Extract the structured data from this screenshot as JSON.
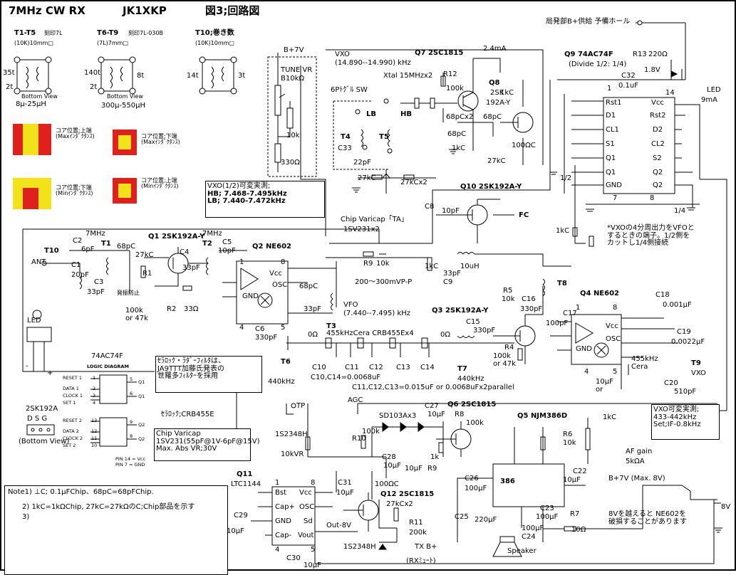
{
  "title": {
    "circuit": "7MHz CW RX",
    "callsign": "JK1XKP",
    "figure": "図3;回路図"
  },
  "colors": {
    "core_red": "#e0201c",
    "core_yellow": "#f2e21a",
    "wire": "#000000"
  },
  "coils": {
    "t1_t5": {
      "name": "T1-T5",
      "part": "刻印7L",
      "spec": "(10K)10mm□",
      "range": "8μ-25μH"
    },
    "t6_t9": {
      "name": "T6-T9",
      "part": "刻印7L-030B",
      "spec": "(7L)7mm□",
      "range": "300μ-550μH"
    },
    "t10": {
      "name": "T10;巻き数",
      "spec": "(10K)10mm□"
    },
    "turns": {
      "t1_35t": "35t",
      "t1_2t": "2t",
      "t6_140t": "140t",
      "t6_2t": "2t",
      "t6_8t": "8t",
      "t10_14t": "14t",
      "t10_3t": "3t"
    },
    "bottom_view": "Bottom View",
    "core_upper_max": "コア位置;上端\n(Maxｲﾝﾀﾞｸﾀﾝｽ)",
    "core_lower_max": "コア位置;下端\n(Maxｲﾝﾀﾞｸﾀﾝｽ)",
    "core_lower_min": "コア位置;下端\n(Minｲﾝﾀﾞｸﾀﾝｽ)",
    "core_upper_min": "コア位置;上端\n(Minｲﾝﾀﾞｸﾀﾝｽ)"
  },
  "labels": {
    "b7v": "B+7V",
    "tune_vr": "TUNE VR",
    "b10k": "B10kΩ",
    "r10k": "10k",
    "r330": "330Ω",
    "vxo_title": "VXO",
    "vxo_range": "(14.890--14.990) kHz",
    "xtal": "Xtal 15MHzx2",
    "toggle": "6Pﾄｸﾞﾙ SW",
    "lb": "LB",
    "hb": "HB",
    "t4": "T4",
    "t5": "T5",
    "c33": "C33",
    "c22p": "22pF",
    "vxo_half": "VXO(1/2)可変実測;",
    "hb_range": "HB; 7.468-7.495kHz",
    "lb_range": "LB; 7.440-7.472kHz",
    "c27k": "27kC",
    "c27kx2": "27kCx2",
    "varicap": "Chip Varicap「TA」",
    "varicap2": "1SV231x2",
    "q7": "Q7  2SC1815",
    "q7_ma": "2.4mA",
    "r12": "R12",
    "r12v": "100k",
    "q8": "Q8",
    "q8p": "2SK",
    "q8p2": "192A-Y",
    "c68x2": "68pCx2",
    "c68": "68pC",
    "c68b": "68pC",
    "c1k": "1kC",
    "c1k2": "1kC",
    "c27k2": "27kC",
    "c100": "100ΩC",
    "q9": "Q9  74AC74F",
    "q9d": "(Divide 1/2: 1/4)",
    "r13": "R13",
    "r13v": "220Ω",
    "v18": "1.8V",
    "c32": "C32",
    "c32v": "0.1uF",
    "led": "LED",
    "ma9": "9mA",
    "bplus_top": "局発部B+供給  予備ホール",
    "q10": "Q10  2SK192A-Y",
    "c8": "C8",
    "c10p": "10pF",
    "fc": "FC",
    "note_vxo": "*VXOの4分周出力をVFOと\nするときの端子。1/2側を\nカットし1/4側接続",
    "half": "1/2",
    "quarter": "1/4",
    "mhz7": "7MHz",
    "mhz7b": "7MHz",
    "c2": "C2",
    "c6p": "6pF",
    "t10l": "T10",
    "t1": "T1",
    "c68p": "68pC",
    "c1": "C1",
    "ant": "ANT",
    "c20p": "20pF",
    "c3": "C3",
    "c33p": "33pF",
    "osc_prev": "発振防止",
    "r1": "R1",
    "r27k": "27kC",
    "c4": "C4",
    "q1": "Q1  2SK192A-Y",
    "t2": "T2",
    "c5": "C5",
    "c5v": "10pF",
    "q2": "Q2  NE602",
    "c33p2": "33pF",
    "r2": "R2",
    "r33": "33Ω",
    "r1v": "100k\nor 47k",
    "r9": "R9",
    "r10k2": "10k",
    "r10uh": "10uH",
    "r1kc": "1kC",
    "c9": "C9",
    "c33p3": "33pF",
    "vp": "200〜300mVP-P",
    "c68p2": "68pC",
    "c33p4": "33pF",
    "vfo": "VFO",
    "vfo_range": "(7.440--7.495) kHz",
    "c6": "C6",
    "c330": "330pF",
    "t3": "T3",
    "cera": "455kHzCera CRB455Ex4",
    "zero1": "0Ω",
    "zero2": "0Ω",
    "c10": "C10",
    "c11": "C11",
    "c12": "C12",
    "c13": "C13",
    "c14": "C14",
    "c10c14": "C10,C14=0.0068uF",
    "c11c13": "C11,C12,C13=0.015uF or 0.0068uFx2parallel",
    "t7": "T7",
    "khz440": "440kHz",
    "t6": "T6",
    "khz440b": "440kHz",
    "filter_note": "ｾﾗﾛｯｸ・ﾗﾀﾞｰﾌｨﾙﾀは、\nJA9TTT加藤氏発表の\n世羅多ﾌｨﾙﾀｰを採用",
    "q3": "Q3  2SK192A-Y",
    "c15": "C15",
    "c15v": "330pF",
    "r4": "R4",
    "r4v": "100k\nor 47k",
    "r5": "R5",
    "r5v": "10k",
    "c16": "C16",
    "c16v": "330pF",
    "t8": "T8",
    "c17": "C17",
    "c17v": "100pF",
    "q4": "Q4  NE602",
    "c18": "C18",
    "c18v": "0.001μF",
    "c19": "C19",
    "c19v": "0.0022μF",
    "cera455": "455kHz\nCera",
    "t9": "T9",
    "vxo": "VXO",
    "c20": "C20",
    "c20v": "510pF",
    "c10uf": "10μF\nor",
    "vxo_meas": "VXO可変実測;\n433-442kHz\nSet;IF-0.8kHz",
    "agc": "AGC",
    "tp": "TP",
    "sd": "SD103Ax3",
    "c27": "C27",
    "c27v": "10μF",
    "q6": "Q6  2SC1815",
    "r8": "R8",
    "r8v": "100k",
    "r10": "R10",
    "r10v": "100k",
    "c28": "C28",
    "c28v": "10μF",
    "r1k": "1k",
    "r9b": "R9",
    "c10uf2": "10μF",
    "q5": "Q5  NJM386D",
    "r6": "R6",
    "r6v": "10k",
    "r1kc2": "1kC",
    "af": "AF gain",
    "af2": "5kΩA",
    "c22": "C22",
    "c22v": "10μF",
    "c26": "C26",
    "c26v": "100μF",
    "c25": "C25",
    "c25v": "220μF",
    "c23": "C23",
    "c23v": "100μF",
    "c24": "C24",
    "c24v": "100μF",
    "r7": "R7",
    "r7v": "10Ω",
    "spk": "Speaker",
    "chip386": "386",
    "b7max": "B+7V (Max. 8V)",
    "v8": "8V",
    "warn": "8Vを越えると NE602を\n破損することがあります",
    "s1348": "1S2348H",
    "kvr10": "10kVR",
    "q11": "Q11",
    "ltc": "LTC1144",
    "c31": "C31",
    "c31v": "10μF",
    "c100c": "100ΩC",
    "q12": "Q12  2SC1815",
    "c27kx2b": "27kCx2",
    "r11": "R11",
    "r11v": "200k",
    "out8": "Out-8V",
    "s1348b": "1S2348H",
    "txb": "TX B+",
    "rxmute": "(RXﾐｭｰﾄ)",
    "c29": "C29",
    "c29v": "10μF",
    "c30": "C30",
    "c30v": "10μF",
    "celoc": "ｾﾗﾛｯｸ;CRB455E",
    "sk192": "2SK192A",
    "dsg": "D S G",
    "bview": "(Bottom View)",
    "ac74": "74AC74F",
    "logic": "LOGIC DIAGRAM",
    "pin14": "PIN 14 = Vcc",
    "pin7": "PIN 7 = GND",
    "led_lbl": "LED",
    "minus": "-",
    "plus": "+"
  },
  "chip_pins": {
    "ltc": [
      "Bst",
      "Vcc",
      "Cap+",
      "OSC",
      "GND",
      "Sd",
      "Cap-",
      "Vout"
    ],
    "q9": [
      "Rst1",
      "Vcc",
      "D1",
      "Rst2",
      "CL1",
      "D2",
      "S1",
      "CL2",
      "Q1",
      "S2",
      "Q1",
      "Q2",
      "GND",
      "Q2"
    ],
    "q9_nums": [
      "1",
      "14",
      "7",
      "8"
    ],
    "ne602_a": [
      "Vcc",
      "OSC",
      "GND"
    ],
    "ne602_b": [
      "Vcc",
      "OSC",
      "GND"
    ],
    "ne602_nums": [
      "1",
      "8",
      "4",
      "5"
    ],
    "ne602_nums2": [
      "1",
      "8",
      "4",
      "5"
    ],
    "ltc_nums": [
      "1",
      "8",
      "4",
      "5"
    ],
    "logic_pins": [
      "RESET 1",
      "DATA 1",
      "CLOCK 1",
      "SET 1",
      "RESET 2",
      "DATA 2",
      "CLOCK 2",
      "SET 2"
    ],
    "logic_out": [
      "Q1",
      "Q1",
      "Q2",
      "Q2"
    ],
    "logic_nums": [
      "1",
      "2",
      "3",
      "4",
      "13",
      "12",
      "11",
      "10",
      "5",
      "6",
      "9",
      "8"
    ]
  },
  "boxes": {
    "varicap_title": "Chip Varicap",
    "varicap_l1": "1SV231(55pF@1V-6pF@15V)",
    "varicap_l2": "Max. Abs VR;30V",
    "note1": "Note1) ⊥C; 0.1μFChip、68pC=68pFChip.",
    "note2": "2) 1kC=1kΩChip, 27kC=27kΩのC;Chip部品を示す",
    "note3": "3)"
  }
}
